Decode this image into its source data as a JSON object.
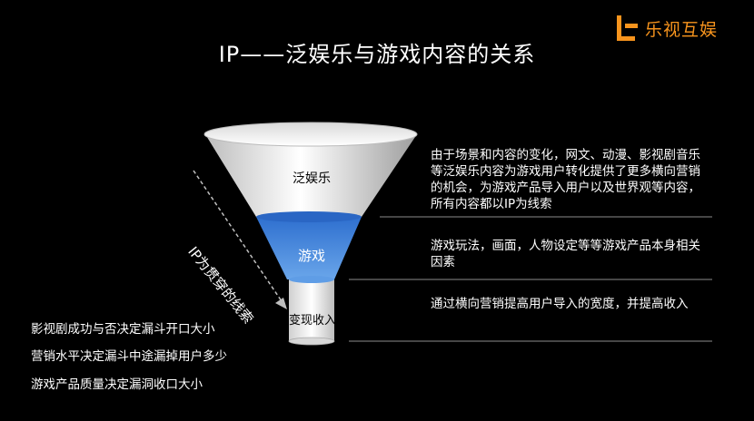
{
  "title": "IP——泛娱乐与游戏内容的关系",
  "logo": {
    "text": "乐视互娱",
    "color": "#f7941d"
  },
  "funnel": {
    "top_label": "泛娱乐",
    "middle_label": "游戏",
    "bottom_label": "变现收入",
    "side_label": "IP为贯穿的线索"
  },
  "descriptions": {
    "top": "由于场景和内容的变化，网文、动漫、影视剧音乐等泛娱乐内容为游戏用户转化提供了更多横向营销的机会，为游戏产品导入用户以及世界观等内容，所有内容都以IP为线索",
    "middle": "游戏玩法，画面，人物设定等等游戏产品本身相关因素",
    "bottom": "通过横向营销提高用户导入的宽度，并提高收入"
  },
  "left_notes": [
    "影视剧成功与否决定漏斗开口大小",
    "营销水平决定漏斗中途漏掉用户多少",
    "游戏产品质量决定漏洞收口大小"
  ],
  "colors": {
    "background": "#000000",
    "funnel_top": "#e8e8e8",
    "funnel_middle": "#3a7ed6",
    "separator": "#8c8c8c"
  }
}
